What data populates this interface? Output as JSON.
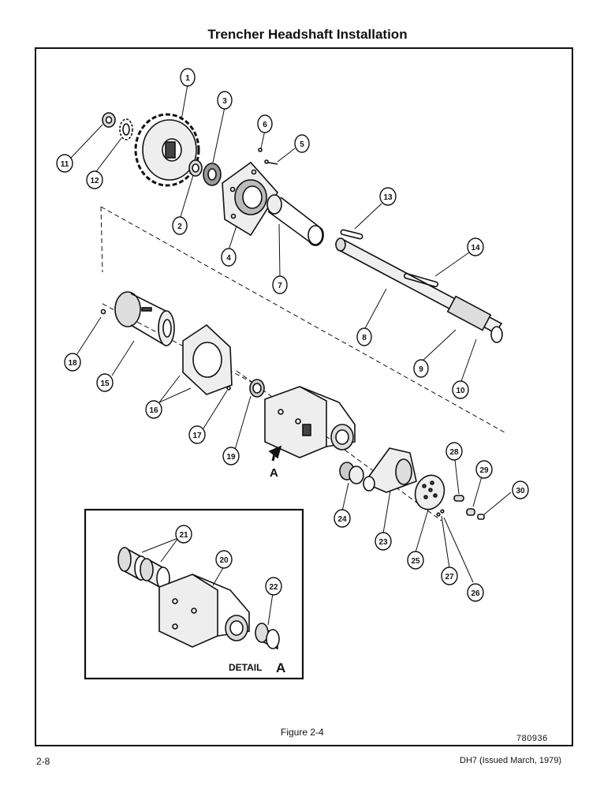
{
  "page_title": "Trencher Headshaft Installation",
  "figure_caption": "Figure 2-4",
  "figure_number": "780936",
  "page_number": "2-8",
  "document_code": "DH7 (Issued March, 1979)",
  "view_marker": "A",
  "detail": {
    "label_word": "DETAIL",
    "label_letter": "A"
  },
  "callouts": [
    "1",
    "2",
    "3",
    "4",
    "5",
    "6",
    "7",
    "8",
    "9",
    "10",
    "11",
    "12",
    "13",
    "14",
    "15",
    "16",
    "17",
    "18",
    "19",
    "20",
    "21",
    "22",
    "23",
    "24",
    "25",
    "26",
    "27",
    "28",
    "29",
    "30"
  ]
}
